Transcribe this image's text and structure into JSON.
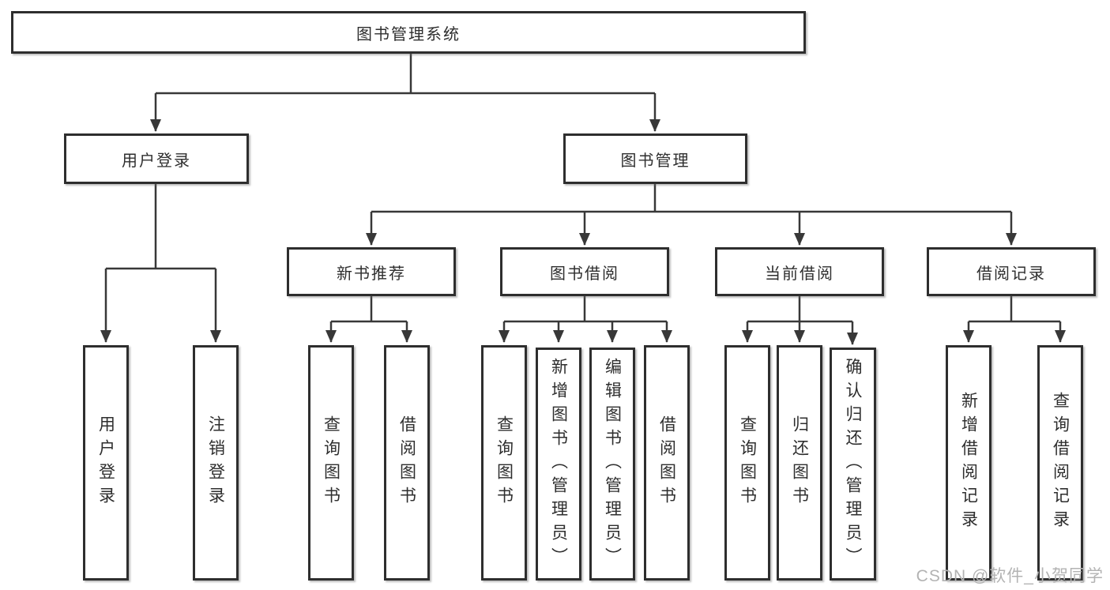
{
  "diagram": {
    "root": {
      "label": "图书管理系统"
    },
    "branches": [
      {
        "label": "用户登录",
        "children": [
          {
            "label": "用户登录"
          },
          {
            "label": "注销登录"
          }
        ]
      },
      {
        "label": "图书管理",
        "groups": [
          {
            "label": "新书推荐",
            "children": [
              {
                "label": "查询图书"
              },
              {
                "label": "借阅图书"
              }
            ]
          },
          {
            "label": "图书借阅",
            "children": [
              {
                "label": "查询图书"
              },
              {
                "label": "新增图书（管理员）"
              },
              {
                "label": "编辑图书（管理员）"
              },
              {
                "label": "借阅图书"
              }
            ]
          },
          {
            "label": "当前借阅",
            "children": [
              {
                "label": "查询图书"
              },
              {
                "label": "归还图书"
              },
              {
                "label": "确认归还（管理员）"
              }
            ]
          },
          {
            "label": "借阅记录",
            "children": [
              {
                "label": "新增借阅记录"
              },
              {
                "label": "查询借阅记录"
              }
            ]
          }
        ]
      }
    ]
  },
  "watermark": "CSDN @软件_小贺同学",
  "colors": {
    "line": "#383838",
    "box_border": "#2e2e2e",
    "text": "#2e2e2e",
    "watermark": "#b3b3b3",
    "background": "#ffffff"
  }
}
